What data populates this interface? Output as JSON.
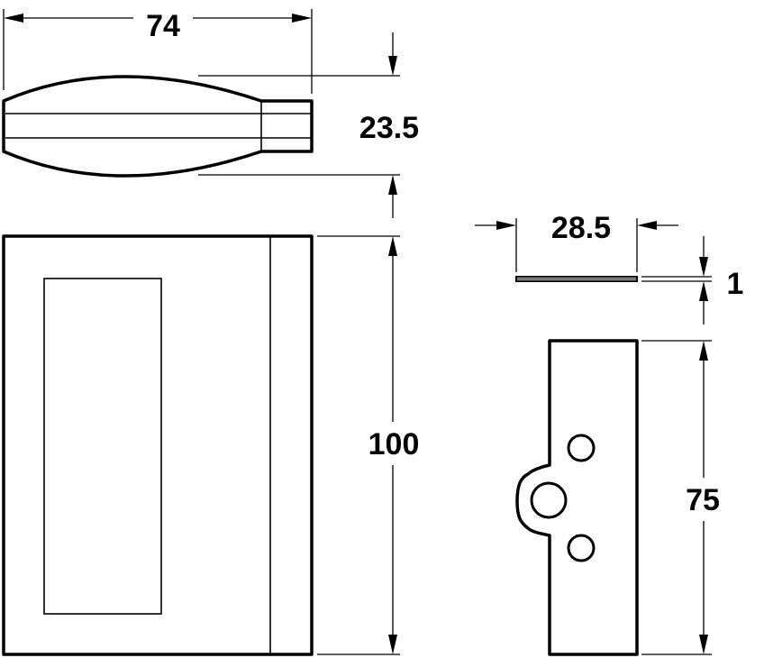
{
  "dimensions": {
    "top_width": "74",
    "top_thickness": "23.5",
    "front_height": "100",
    "plate_width": "28.5",
    "plate_thickness": "1",
    "plate_height": "75"
  },
  "colors": {
    "line": "#000000",
    "background": "#ffffff"
  }
}
